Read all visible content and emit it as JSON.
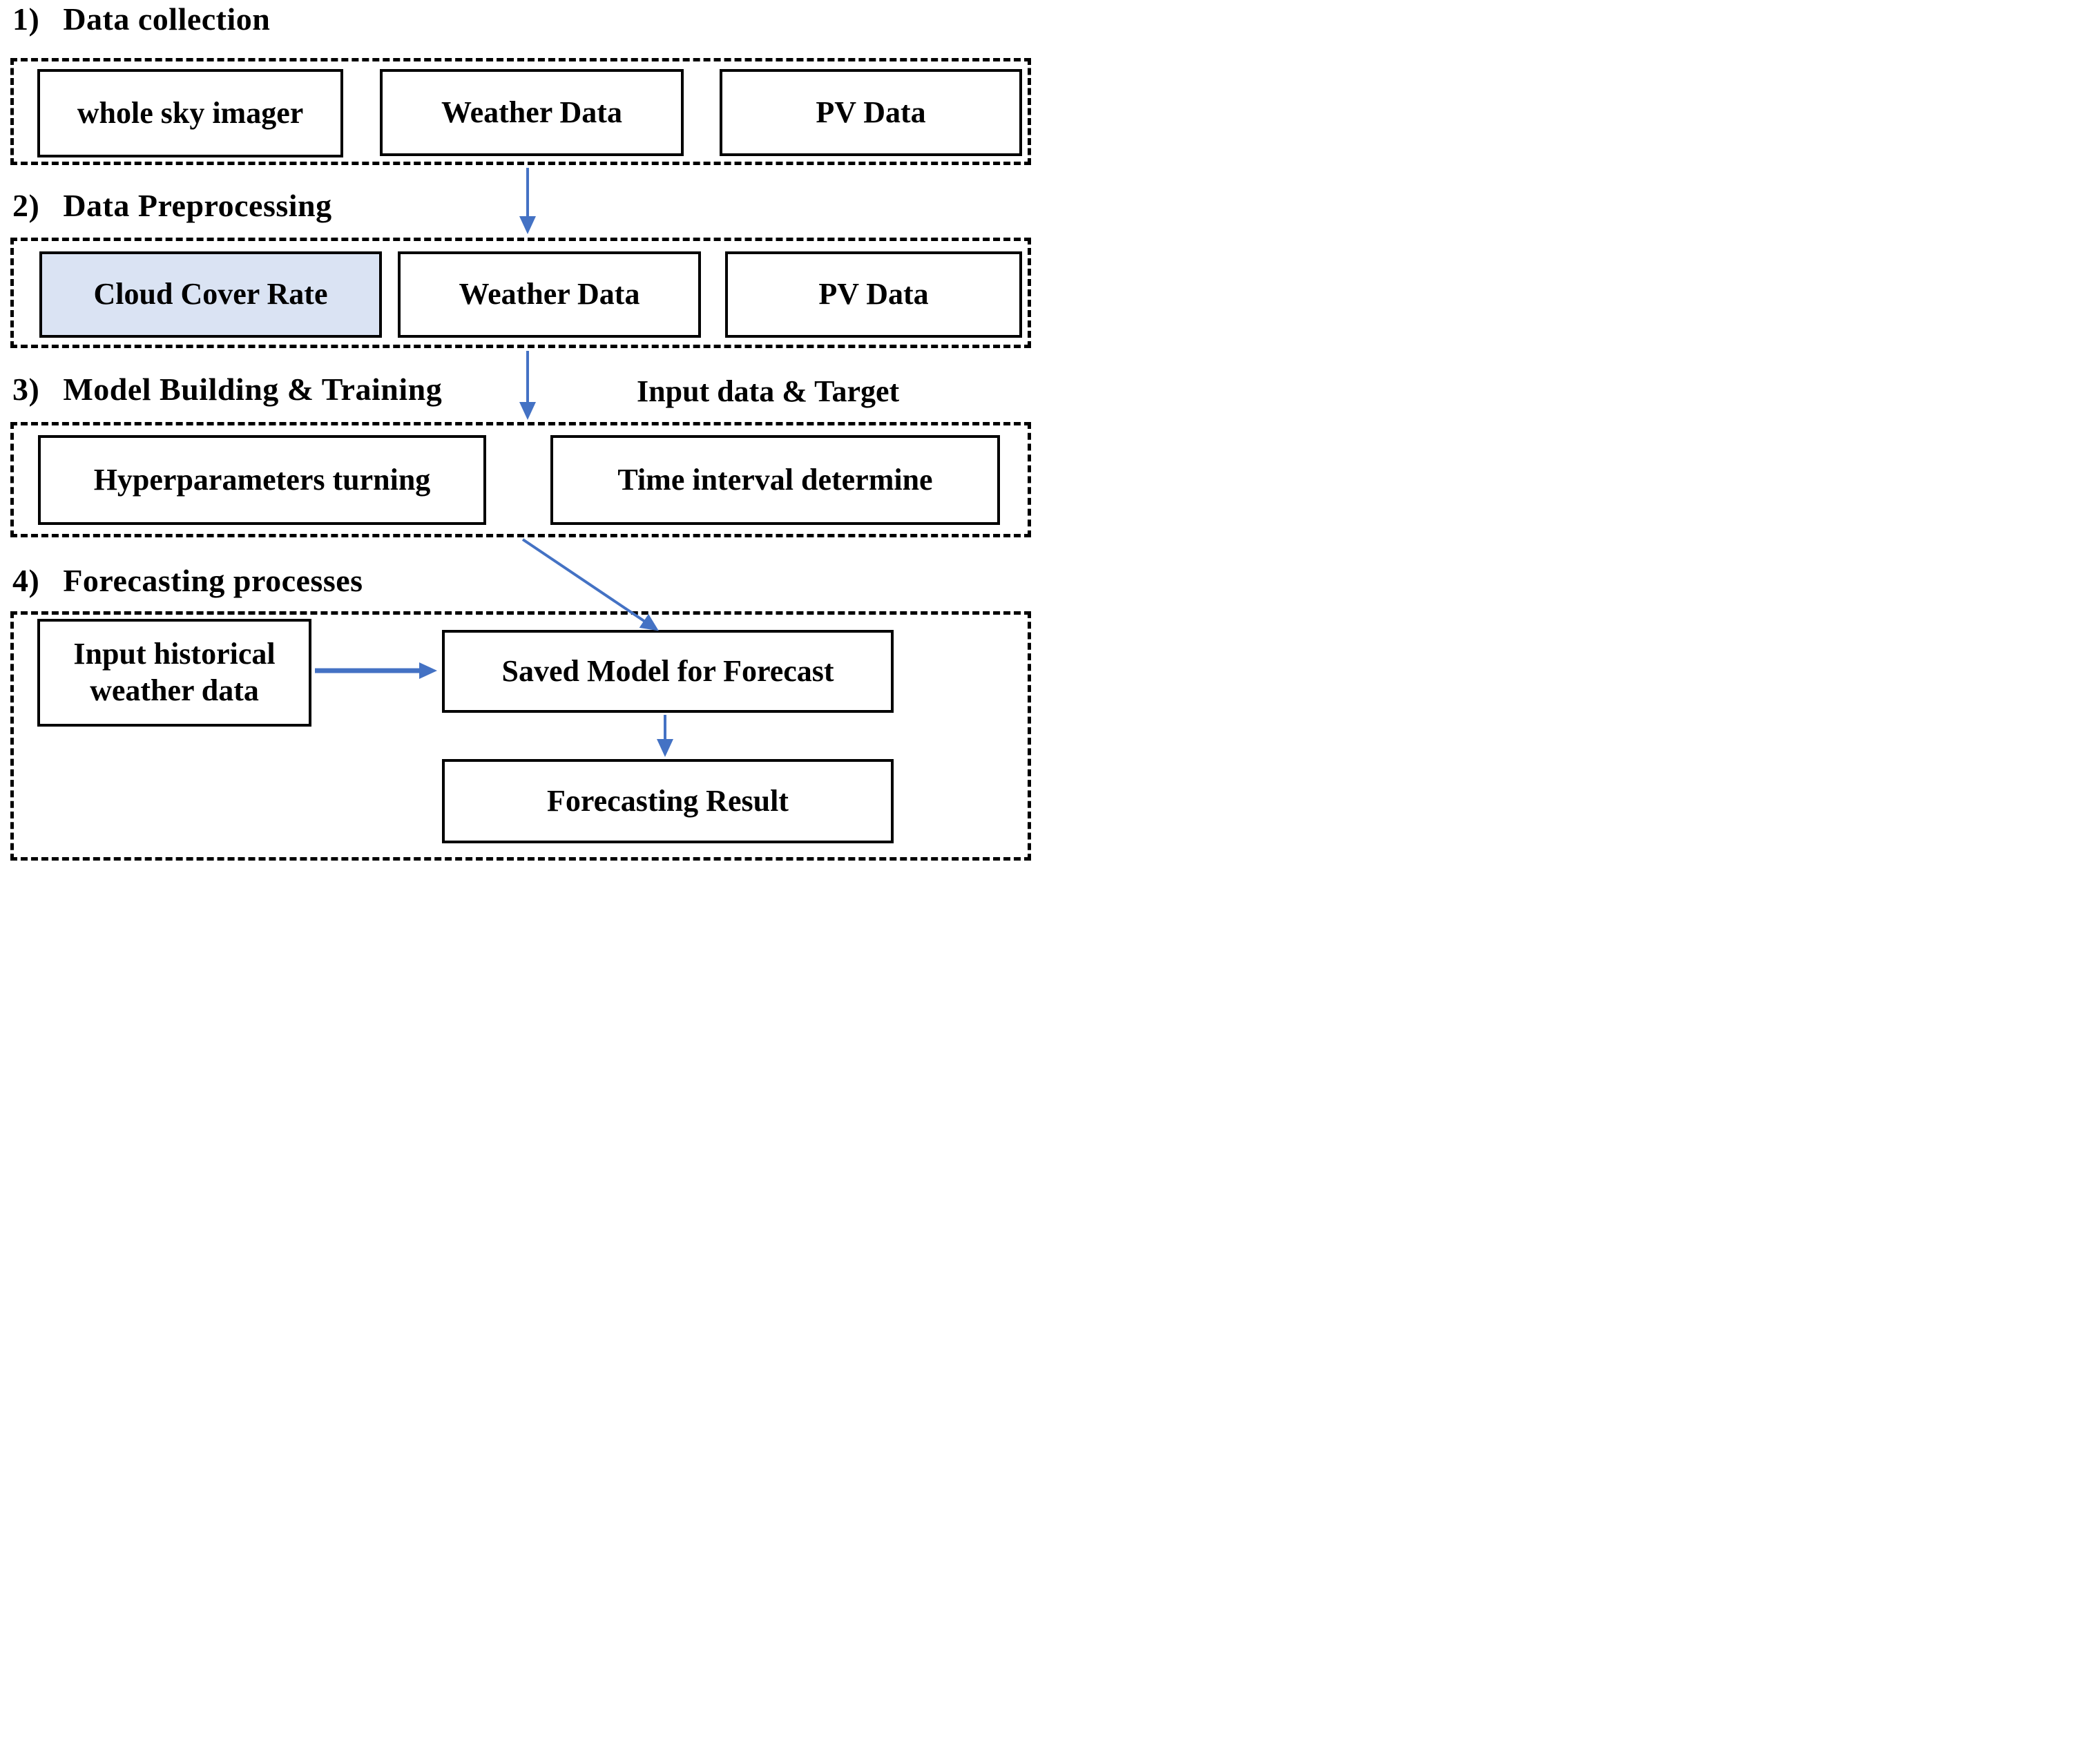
{
  "diagram_title": "",
  "sections": [
    {
      "number": "1)",
      "title": "Data collection",
      "boxes": [
        "whole sky imager",
        "Weather Data",
        "PV Data"
      ]
    },
    {
      "number": "2)",
      "title": "Data Preprocessing",
      "boxes": [
        "Cloud Cover Rate",
        "Weather Data",
        "PV Data"
      ]
    },
    {
      "number": "3)",
      "title": "Model Building & Training",
      "annotation": "Input data & Target",
      "boxes": [
        "Hyperparameters turning",
        "Time interval determine"
      ]
    },
    {
      "number": "4)",
      "title": "Forecasting processes",
      "boxes": [
        "Input historical weather data",
        "Saved Model for Forecast",
        "Forecasting Result"
      ]
    }
  ],
  "colors": {
    "arrow_blue": "#4472c4",
    "highlight_fill": "#dae3f3",
    "border_black": "#000000",
    "background": "#ffffff"
  }
}
